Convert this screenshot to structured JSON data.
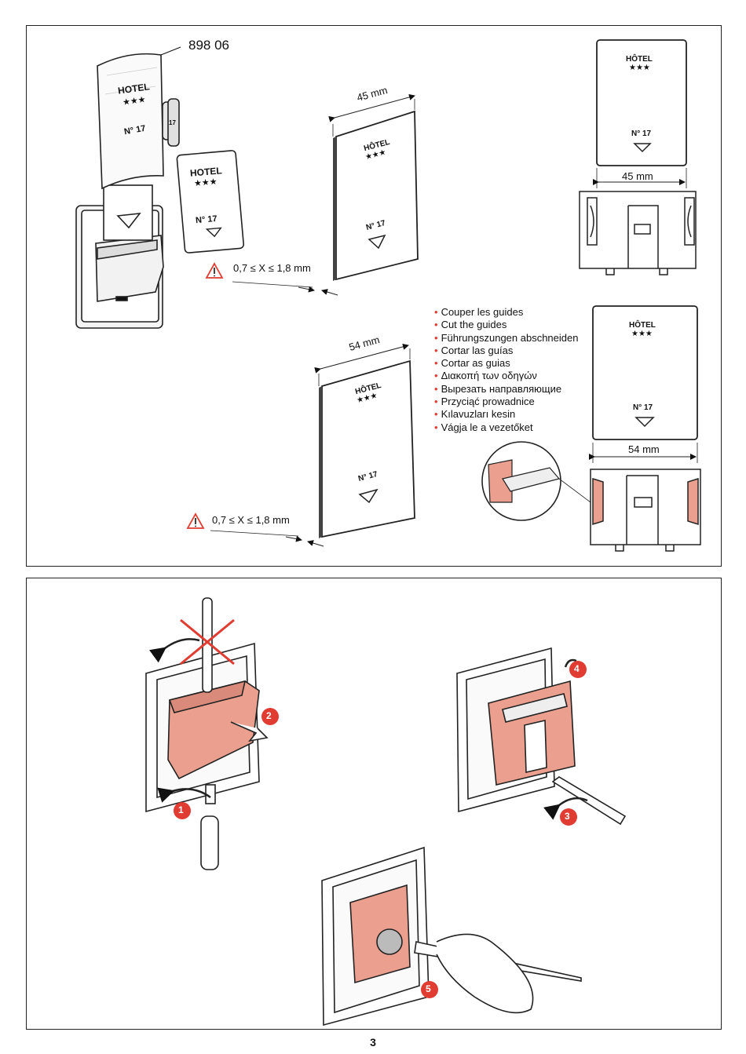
{
  "top_panel": {
    "product_ref": "898 06",
    "card_hotel": "HOTEL",
    "card_hotel_accent": "HÔTEL",
    "card_stars": "★★★",
    "card_number": "N° 17",
    "card_number_small": "N° 17",
    "key_tag": "17",
    "dim_45": "45 mm",
    "dim_54": "54 mm",
    "tolerance": "0,7 ≤ X ≤ 1,8 mm",
    "instructions": [
      "Couper les guides",
      "Cut the guides",
      "Führungszungen abschneiden",
      "Cortar las guías",
      "Cortar as guias",
      "Διακοπή των οδηγών",
      "Вырезать направляющие",
      "Przyciąć prowadnice",
      "Kılavuzları kesin",
      "Vágja le a vezetőket"
    ]
  },
  "bottom_panel": {
    "steps": [
      "1",
      "2",
      "3",
      "4",
      "5"
    ]
  },
  "page_number": "3",
  "colors": {
    "accent_red": "#e03c31",
    "salmon": "#eba08f",
    "line": "#222222"
  }
}
